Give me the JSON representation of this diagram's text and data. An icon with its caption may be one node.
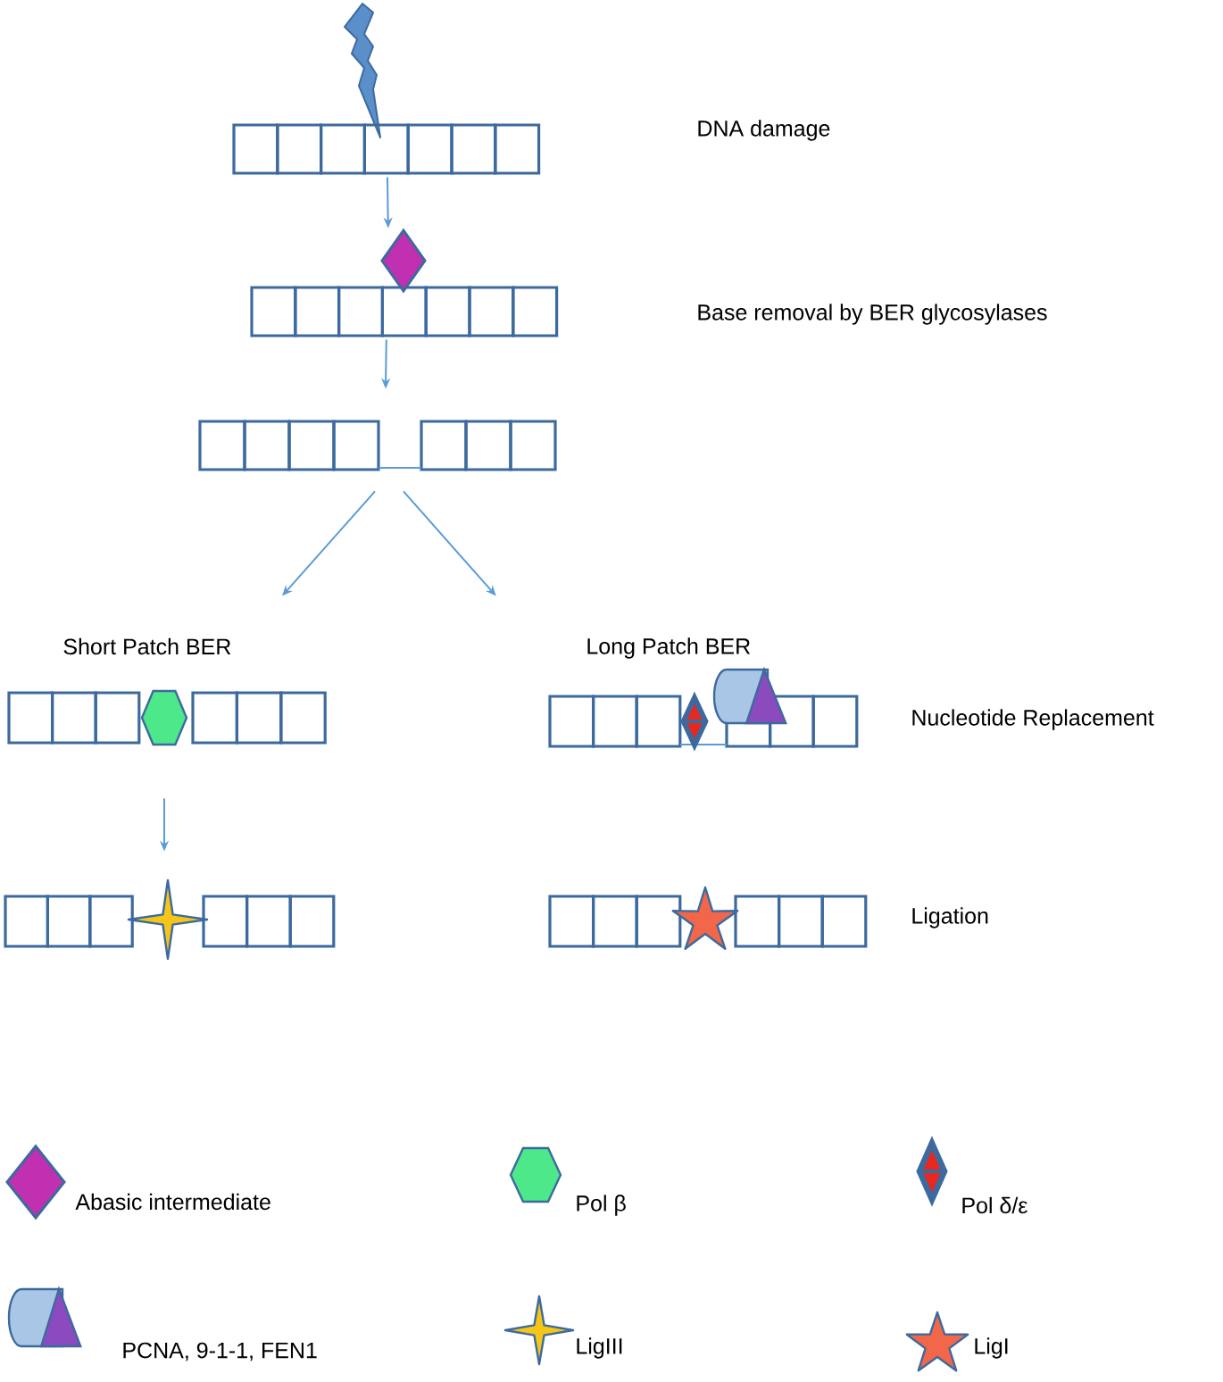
{
  "diagram": {
    "nodes": [
      {
        "text": [],
        "shape": "bar"
      },
      {
        "text": [],
        "shape": "bar"
      },
      {
        "text": [],
        "shape": "bar"
      },
      {
        "text": [],
        "shape": "bar",
        "beside": [
          "Short Patch BER"
        ]
      },
      {
        "text": [],
        "shape": "bar",
        "beside": [
          "Long Patch BER"
        ]
      },
      {
        "text": [],
        "shape": "bar"
      },
      {
        "text": [],
        "shape": "bar"
      }
    ],
    "edges": [
      {
        "from": 0,
        "to": 1,
        "arrow": "to"
      },
      {
        "from": 1,
        "to": 2,
        "arrow": "to"
      },
      {
        "from": 2,
        "to": 3,
        "arrow": "to"
      },
      {
        "from": 2,
        "to": 4,
        "arrow": "to"
      },
      {
        "from": 3,
        "to": 5,
        "arrow": "to"
      }
    ],
    "labels": [
      "DNA damage",
      "Base removal by BER glycosylases",
      "Nucleotide Replacement",
      "Ligation"
    ],
    "legend": [
      {
        "text": "Abasic intermediate"
      },
      {
        "text": "Pol β"
      },
      {
        "text": "Pol δ/ε"
      },
      {
        "text": "PCNA, 9-1-1, FEN1"
      },
      {
        "text": "LigIII"
      },
      {
        "text": "LigI"
      }
    ]
  }
}
